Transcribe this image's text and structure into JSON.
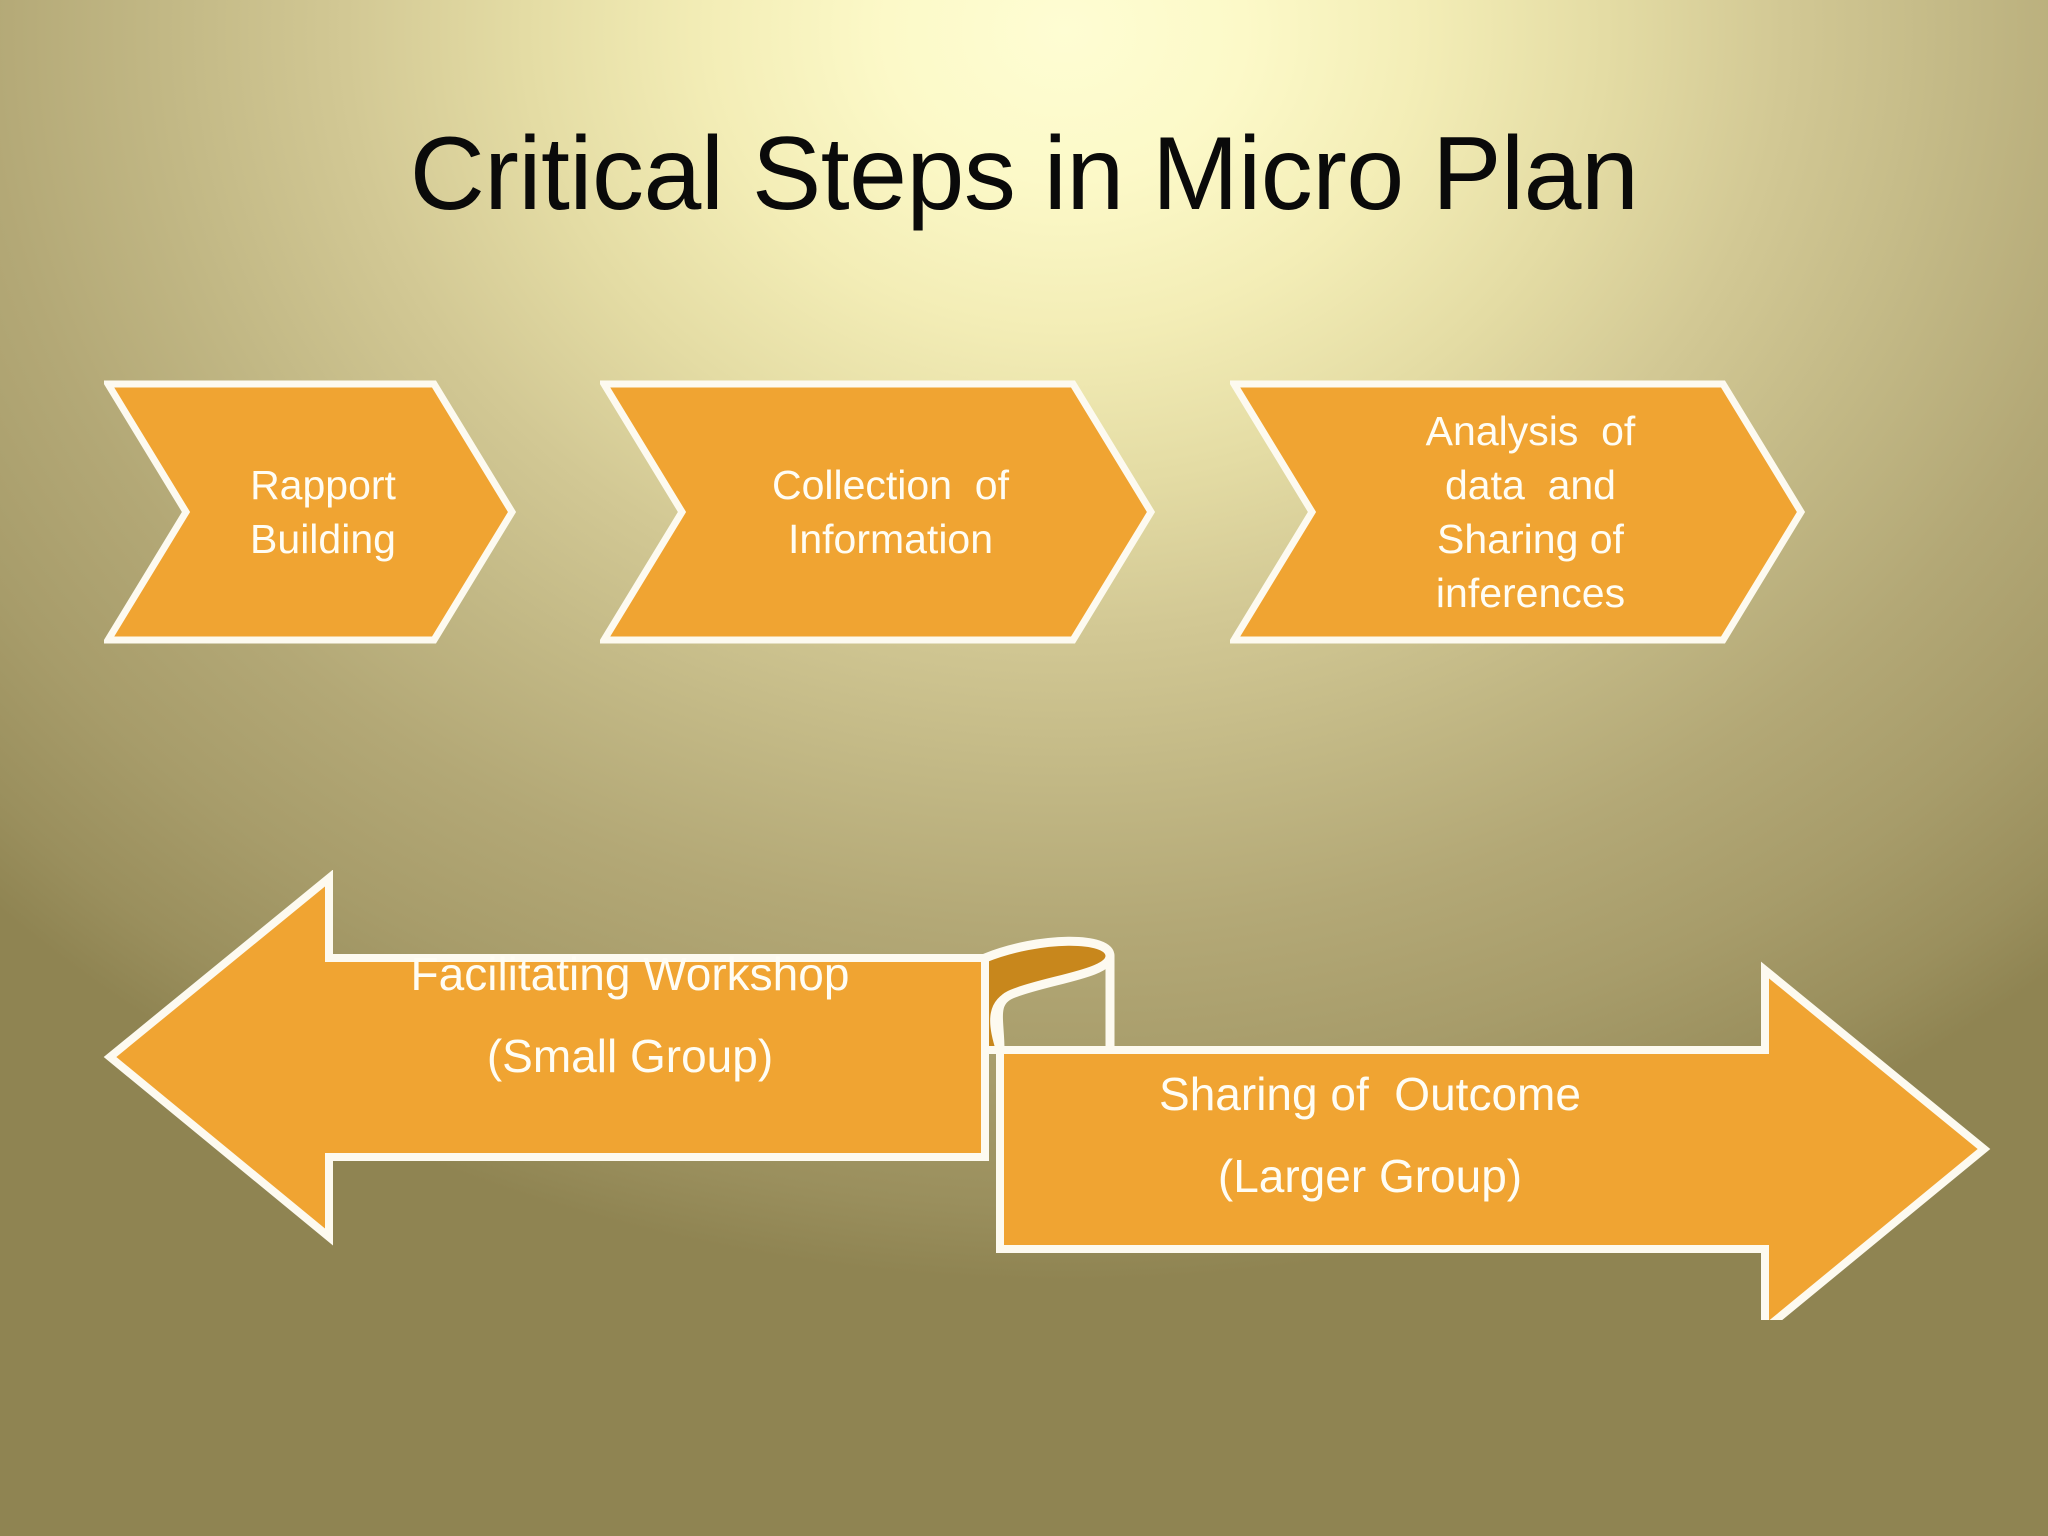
{
  "slide": {
    "title": "Critical Steps in Micro Plan",
    "background": {
      "center_color": "#fefdd3",
      "edge_color": "#8f8452"
    },
    "shape_colors": {
      "fill": "#f0a432",
      "outline": "#fdfaf0",
      "fold_shadow": "#c8871c",
      "text": "#fffdf4"
    }
  },
  "process_steps": [
    {
      "name": "rapport-building",
      "lines": [
        "Rapport",
        "Building"
      ]
    },
    {
      "name": "collection-of-information",
      "lines": [
        "Collection  of",
        "Information"
      ]
    },
    {
      "name": "analysis-and-sharing",
      "lines": [
        "Analysis  of",
        "data  and",
        "Sharing of",
        "inferences"
      ]
    }
  ],
  "outcome_arrows": {
    "left": {
      "name": "facilitating-workshop",
      "line1": "Facilitating Workshop",
      "line2": "(Small Group)",
      "direction": "left"
    },
    "right": {
      "name": "sharing-of-outcome",
      "line1": "Sharing of  Outcome",
      "line2": "(Larger Group)",
      "direction": "right"
    }
  }
}
